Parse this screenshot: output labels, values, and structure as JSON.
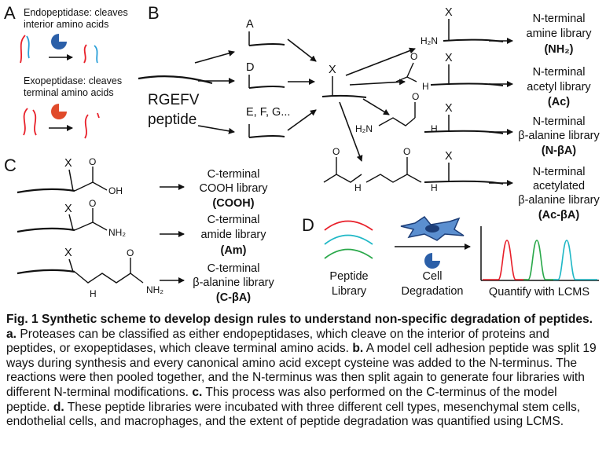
{
  "panels": {
    "A": "A",
    "B": "B",
    "C": "C",
    "D": "D"
  },
  "panel_a": {
    "endo_line1": "Endopeptidase: cleaves",
    "endo_line2": "interior amino acids",
    "exo_line1": "Exopeptidase: cleaves",
    "exo_line2": "terminal amino acids"
  },
  "panel_b": {
    "peptide_line1": "RGEFV",
    "peptide_line2": "peptide",
    "branch_a": "A",
    "branch_d": "D",
    "branch_efg": "E, F, G...",
    "x": "X",
    "libraries": [
      {
        "line1": "N-terminal",
        "line2": "amine library",
        "line3": "(NH₂)"
      },
      {
        "line1": "N-terminal",
        "line2": "acetyl library",
        "line3": "(Ac)"
      },
      {
        "line1": "N-terminal",
        "line2": "β-alanine library",
        "line3": "(N-βA)"
      },
      {
        "line1": "N-terminal",
        "line2": "acetylated",
        "line3": "β-alanine library",
        "line4": "(Ac-βA)"
      }
    ],
    "h2n": "H₂N",
    "h": "H",
    "o": "O"
  },
  "panel_c": {
    "libraries": [
      {
        "line1": "C-terminal",
        "line2": "COOH library",
        "line3": "(COOH)"
      },
      {
        "line1": "C-terminal",
        "line2": "amide library",
        "line3": "(Am)"
      },
      {
        "line1": "C-terminal",
        "line2": "β-alanine library",
        "line3": "(C-βA)"
      }
    ],
    "oh": "OH",
    "nh2": "NH₂",
    "n_h": "H",
    "o": "O",
    "x": "X"
  },
  "panel_d": {
    "peptide_line1": "Peptide",
    "peptide_line2": "Library",
    "cell_line1": "Cell",
    "cell_line2": "Degradation",
    "quantify": "Quantify with LCMS"
  },
  "caption": {
    "title": "Fig. 1 Synthetic scheme to develop design rules to understand non-specific degradation of peptides.",
    "a_label": "a.",
    "a_text": "Proteases can be classified as either endopeptidases, which cleave on the interior of proteins and peptides, or exopeptidases, which cleave terminal amino acids.",
    "b_label": "b.",
    "b_text": "A model cell adhesion peptide was split 19 ways during synthesis and every canonical amino acid except cysteine was added to the N-terminus. The reactions were then pooled together, and the N-terminus was then split again to generate four libraries with different N-terminal modifications.",
    "c_label": "c.",
    "c_text": "This process was also performed on the C-terminus of the model peptide.",
    "d_label": "d.",
    "d_text": "These peptide libraries were incubated with three different cell types, mesenchymal stem cells, endothelial cells, and macrophages, and the extent of peptide degradation was quantified using LCMS."
  },
  "colors": {
    "red": "#e8202a",
    "blue": "#2a9fd8",
    "teal": "#1fb8c6",
    "green": "#2aa84a",
    "enzyme_blue": "#2b5fa8",
    "enzyme_red": "#e04a2a",
    "cell_blue": "#5b8fd0"
  }
}
